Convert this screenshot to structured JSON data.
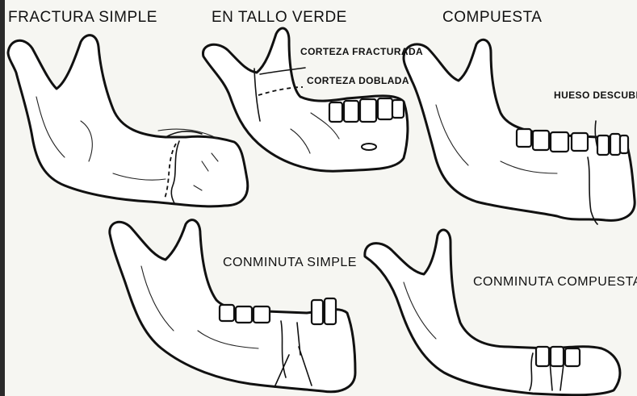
{
  "labels": {
    "fractura_simple": {
      "first": "FRACTURA",
      "second": "SIMPLE"
    },
    "tallo_verde": "EN TALLO VERDE",
    "compuesta": "COMPUESTA",
    "corteza_fracturada": {
      "line1": "CORTEZA",
      "line2": "FRACTURADA"
    },
    "corteza_doblada": {
      "line1": "CORTEZA",
      "line2": "DOBLADA"
    },
    "hueso_descubierto": {
      "line1": "HUESO",
      "line2": "DESCUBIERTO"
    },
    "conminuta_simple": {
      "line1": "CONMINUTA",
      "line2": "SIMPLE"
    },
    "conminuta_compuesta": {
      "line1": "CONMINUTA",
      "line2": "COMPUESTA"
    }
  }
}
